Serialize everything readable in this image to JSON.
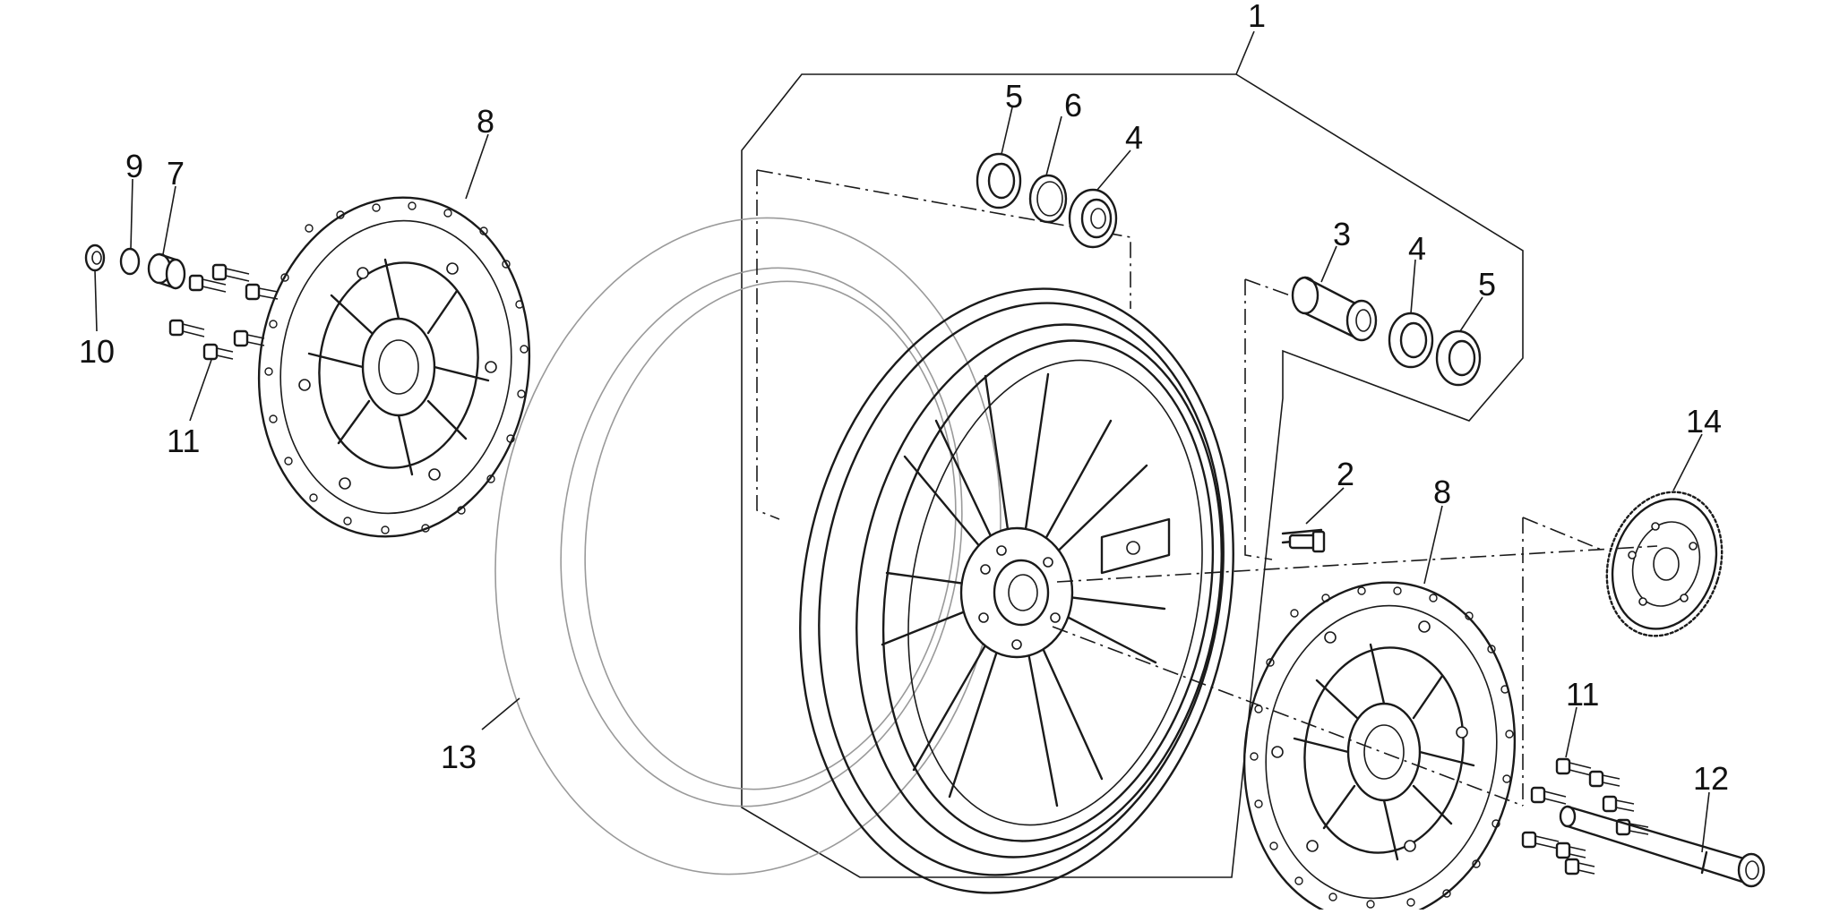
{
  "callouts": {
    "c1": "1",
    "c2": "2",
    "c3": "3",
    "c4a": "4",
    "c4b": "4",
    "c5a": "5",
    "c5b": "5",
    "c6": "6",
    "c7": "7",
    "c8a": "8",
    "c8b": "8",
    "c9": "9",
    "c10": "10",
    "c11a": "11",
    "c11b": "11",
    "c12": "12",
    "c13": "13",
    "c14": "14"
  }
}
